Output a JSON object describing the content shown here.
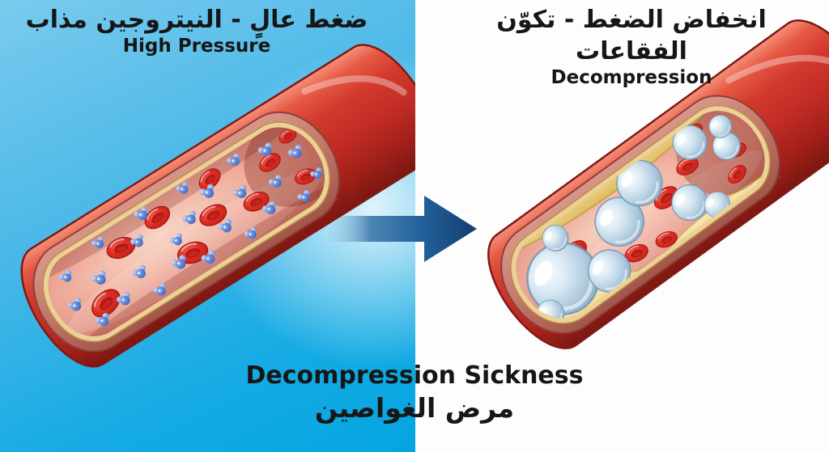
{
  "left_panel": {
    "title_arabic": "ضغط عالٍ - النيتروجين مذاب",
    "title_english": "High Pressure"
  },
  "right_panel": {
    "title_arabic": "انخفاض الضغط - تكوّن الفقاعات",
    "title_english": "Decompression"
  },
  "caption": {
    "line_english": "Decompression Sickness",
    "line_arabic": "مرض الغواصين"
  },
  "icons": {
    "transition_arrow": "right-arrow"
  },
  "colors": {
    "background_blue_light": "#7acbee",
    "background_blue_deep": "#03a5e1",
    "background_white": "#fdfdfd",
    "arrow_navy": "#1c568f",
    "vessel_red": "#c12c25",
    "vessel_red_dark": "#7c1712",
    "cut_face_rose": "#c07768",
    "membrane_tan": "#ecd196",
    "lumen_pink": "#f0af9e",
    "red_blood_cell": "#dd2d24",
    "nitrogen_blue": "#3a5fb4",
    "bubble_blue_grey": "#b5cfe2",
    "plaque_yellow": "#eed48a",
    "text_black": "#161616"
  }
}
